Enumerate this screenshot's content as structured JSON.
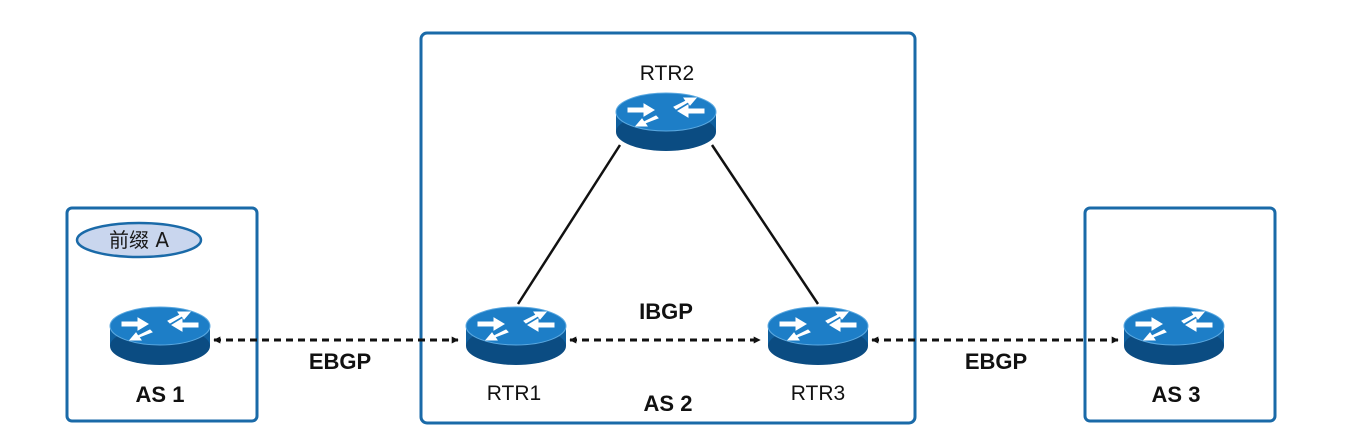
{
  "colors": {
    "box_border": "#1a6aa8",
    "router_top": "#1d7ec7",
    "router_body": "#0f5f9e",
    "router_bottom": "#0b4c82",
    "line": "#111111",
    "prefix_fill": "#c9d6ee",
    "prefix_border": "#1a6aa8"
  },
  "as_boxes": {
    "as1": {
      "label": "AS 1"
    },
    "as2": {
      "label": "AS 2"
    },
    "as3": {
      "label": "AS 3"
    }
  },
  "prefix": {
    "label": "前缀 A"
  },
  "routers": {
    "as1_router": {
      "icon": "router-icon",
      "label": ""
    },
    "rtr1": {
      "icon": "router-icon",
      "label": "RTR1"
    },
    "rtr2": {
      "icon": "router-icon",
      "label": "RTR2"
    },
    "rtr3": {
      "icon": "router-icon",
      "label": "RTR3"
    },
    "as3_router": {
      "icon": "router-icon",
      "label": ""
    }
  },
  "links": {
    "ebgp_left": {
      "label": "EBGP",
      "style": "dashed",
      "arrows": "both"
    },
    "ibgp": {
      "label": "IBGP",
      "style": "dashed",
      "arrows": "both"
    },
    "ebgp_right": {
      "label": "EBGP",
      "style": "dashed",
      "arrows": "both"
    },
    "rtr1_rtr2": {
      "style": "solid"
    },
    "rtr2_rtr3": {
      "style": "solid"
    }
  }
}
